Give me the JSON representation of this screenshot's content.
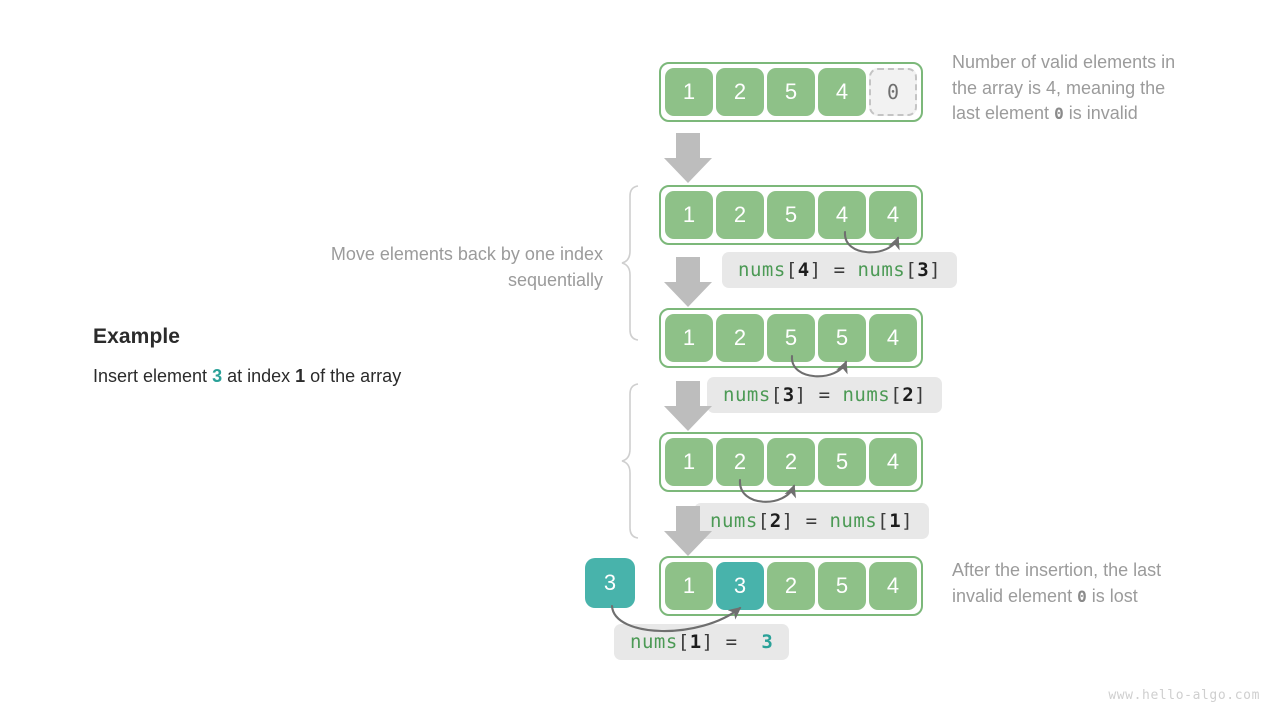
{
  "page": {
    "watermark": "www.hello-algo.com"
  },
  "example": {
    "title": "Example",
    "desc_before": "Insert element ",
    "desc_value": "3",
    "desc_middle": " at index ",
    "desc_index": "1",
    "desc_after": " of the array"
  },
  "notes": {
    "move_elements": "Move elements back by one index sequentially",
    "top_right_line1": "Number of valid elements in",
    "top_right_line2": "the array is 4, meaning the",
    "top_right_line3_before": "last element ",
    "top_right_zero": "0",
    "top_right_line3_after": " is invalid",
    "bottom_right_line1": "After the insertion, the last",
    "bottom_right_line2_before": "invalid element ",
    "bottom_right_zero": "0",
    "bottom_right_line2_after": " is lost"
  },
  "rows": [
    {
      "id": "row-initial",
      "cells": [
        {
          "value": "1",
          "state": "valid"
        },
        {
          "value": "2",
          "state": "valid"
        },
        {
          "value": "5",
          "state": "valid"
        },
        {
          "value": "4",
          "state": "valid"
        },
        {
          "value": "0",
          "state": "invalid"
        }
      ]
    },
    {
      "id": "row-shift-4",
      "cells": [
        {
          "value": "1",
          "state": "valid"
        },
        {
          "value": "2",
          "state": "valid"
        },
        {
          "value": "5",
          "state": "valid"
        },
        {
          "value": "4",
          "state": "valid"
        },
        {
          "value": "4",
          "state": "valid"
        }
      ]
    },
    {
      "id": "row-shift-3",
      "cells": [
        {
          "value": "1",
          "state": "valid"
        },
        {
          "value": "2",
          "state": "valid"
        },
        {
          "value": "5",
          "state": "valid"
        },
        {
          "value": "5",
          "state": "valid"
        },
        {
          "value": "4",
          "state": "valid"
        }
      ]
    },
    {
      "id": "row-shift-2",
      "cells": [
        {
          "value": "1",
          "state": "valid"
        },
        {
          "value": "2",
          "state": "valid"
        },
        {
          "value": "2",
          "state": "valid"
        },
        {
          "value": "5",
          "state": "valid"
        },
        {
          "value": "4",
          "state": "valid"
        }
      ]
    },
    {
      "id": "row-final",
      "cells": [
        {
          "value": "1",
          "state": "valid"
        },
        {
          "value": "3",
          "state": "inserted"
        },
        {
          "value": "2",
          "state": "valid"
        },
        {
          "value": "5",
          "state": "valid"
        },
        {
          "value": "4",
          "state": "valid"
        }
      ]
    }
  ],
  "insert_box": {
    "value": "3"
  },
  "code_chips": [
    {
      "id": "chip-1",
      "lhs_name": "nums",
      "lhs_index": "4",
      "operator": "=",
      "rhs_name": "nums",
      "rhs_index": "3",
      "rhs_is_literal": false
    },
    {
      "id": "chip-2",
      "lhs_name": "nums",
      "lhs_index": "3",
      "operator": "=",
      "rhs_name": "nums",
      "rhs_index": "2",
      "rhs_is_literal": false
    },
    {
      "id": "chip-3",
      "lhs_name": "nums",
      "lhs_index": "2",
      "operator": "=",
      "rhs_name": "nums",
      "rhs_index": "1",
      "rhs_is_literal": false
    },
    {
      "id": "chip-4",
      "lhs_name": "nums",
      "lhs_index": "1",
      "operator": "=",
      "rhs_literal": "3",
      "rhs_is_literal": true
    }
  ],
  "colors": {
    "cell_green": "#8ec188",
    "cell_teal": "#48b3ab",
    "array_border": "#7cb87a",
    "invalid_fill": "#f2f2f2",
    "invalid_border": "#c4c4c4",
    "arrow_gray": "#a8a8a8",
    "curve_gray": "#6f6f6f",
    "note_text": "#9b9b9b",
    "chip_bg": "#e8e8e8",
    "code_green": "#4c9a55",
    "accent_teal": "#2aa198"
  }
}
